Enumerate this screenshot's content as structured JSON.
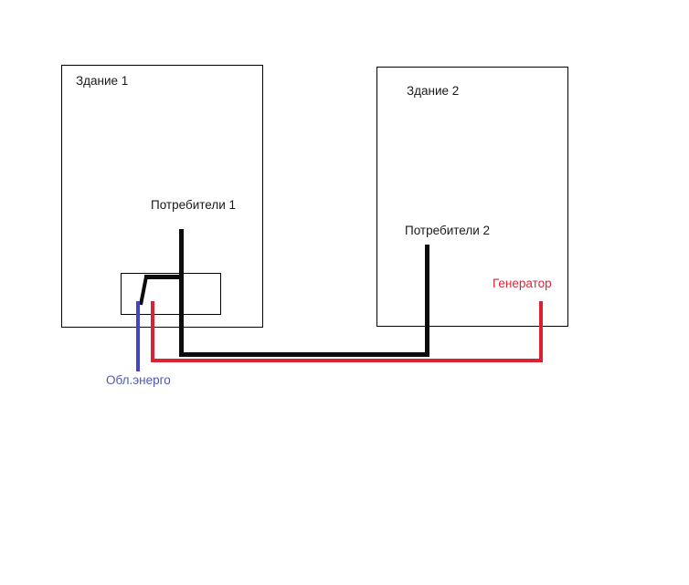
{
  "diagram": {
    "labels": {
      "building1": "Здание 1",
      "building2": "Здание 2",
      "consumers1": "Потребители 1",
      "consumers2": "Потребители 2",
      "generator": "Генератор",
      "grid_supply": "Обл.энерго"
    },
    "colors": {
      "wire_black": "#0d0d0d",
      "wire_red": "#da2332",
      "wire_blue": "#4246c4",
      "label_red": "#d8283a",
      "label_blue": "#4f58b4",
      "outline_black": "#000000",
      "background": "#ffffff"
    }
  }
}
